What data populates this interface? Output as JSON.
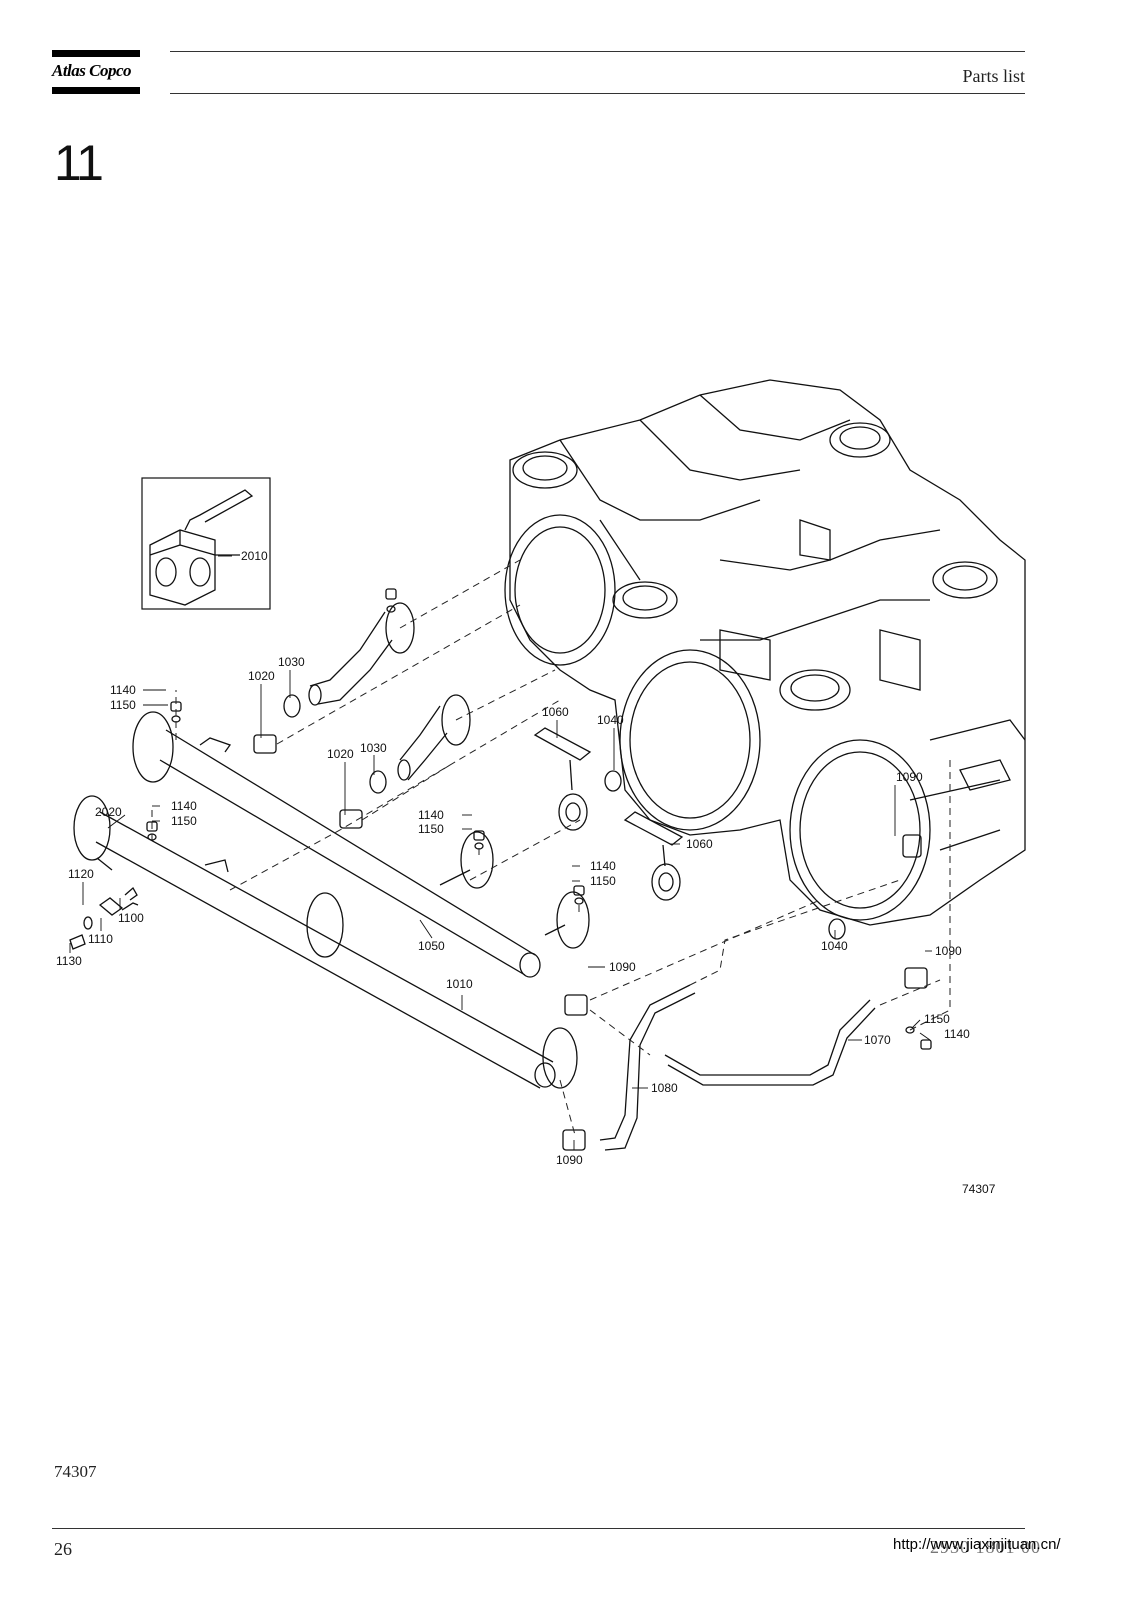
{
  "header": {
    "brand": "Atlas Copco",
    "title": "Parts list"
  },
  "section": {
    "number": "11"
  },
  "figure": {
    "inset_label": "2010",
    "figure_code": "74307",
    "callouts": {
      "c1140a": "1140",
      "c1150a": "1150",
      "c1020a": "1020",
      "c1030a": "1030",
      "c1020b": "1020",
      "c1030b": "1030",
      "c1060a": "1060",
      "c1040a": "1040",
      "c1090a": "1090",
      "c2020": "2020",
      "c1140b": "1140",
      "c1150b": "1150",
      "c1140c": "1140",
      "c1150c": "1150",
      "c1060b": "1060",
      "c1140d": "1140",
      "c1150d": "1150",
      "c1120": "1120",
      "c1100": "1100",
      "c1110": "1110",
      "c1130": "1130",
      "c1050": "1050",
      "c1090b": "1090",
      "c1010": "1010",
      "c1040b": "1040",
      "c1090c": "1090",
      "c1150e": "1150",
      "c1140e": "1140",
      "c1070": "1070",
      "c1080": "1080",
      "c1090d": "1090"
    }
  },
  "footer": {
    "figure_ref": "74307",
    "page": "26",
    "doc_number": "2930 1801 00",
    "watermark": "http://www.jiaxinjituan.cn/"
  }
}
